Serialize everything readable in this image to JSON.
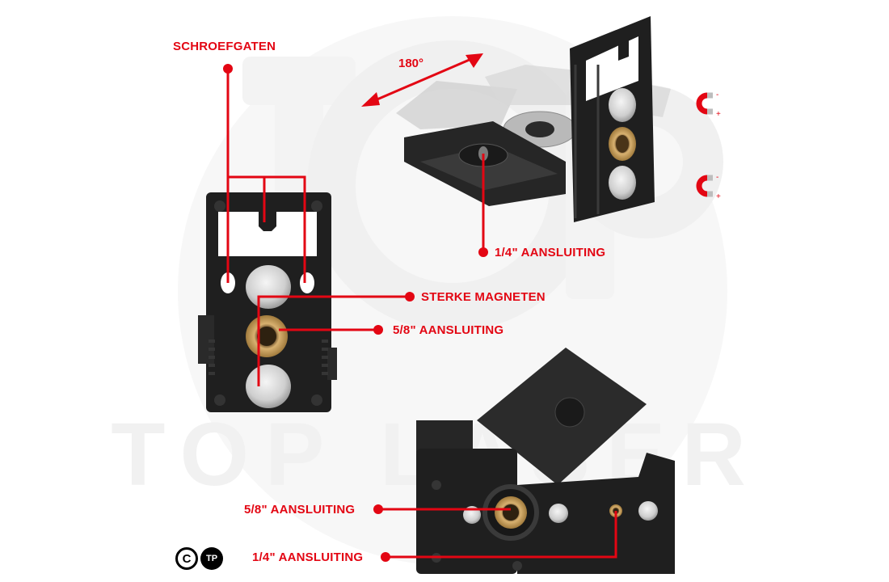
{
  "labels": {
    "screw_holes": "SCHROEFGATEN",
    "rotation": "180°",
    "quarter_inch_top": "1/4\" AANSLUITING",
    "strong_magnets": "STERKE MAGNETEN",
    "five_eighth_mid": "5/8\" AANSLUITING",
    "five_eighth_bottom": "5/8\" AANSLUITING",
    "quarter_inch_bottom": "1/4\" AANSLUITING"
  },
  "magnet_polarity": {
    "minus": "-",
    "plus": "+"
  },
  "badges": {
    "copyright": "C",
    "tp": "TP"
  },
  "watermark": "TOP LASER",
  "colors": {
    "accent": "#e30613",
    "product": "#1f1f1f",
    "brass": "#c9a05a",
    "magnet": "#d9d9d9",
    "watermark": "#f2f2f2"
  }
}
